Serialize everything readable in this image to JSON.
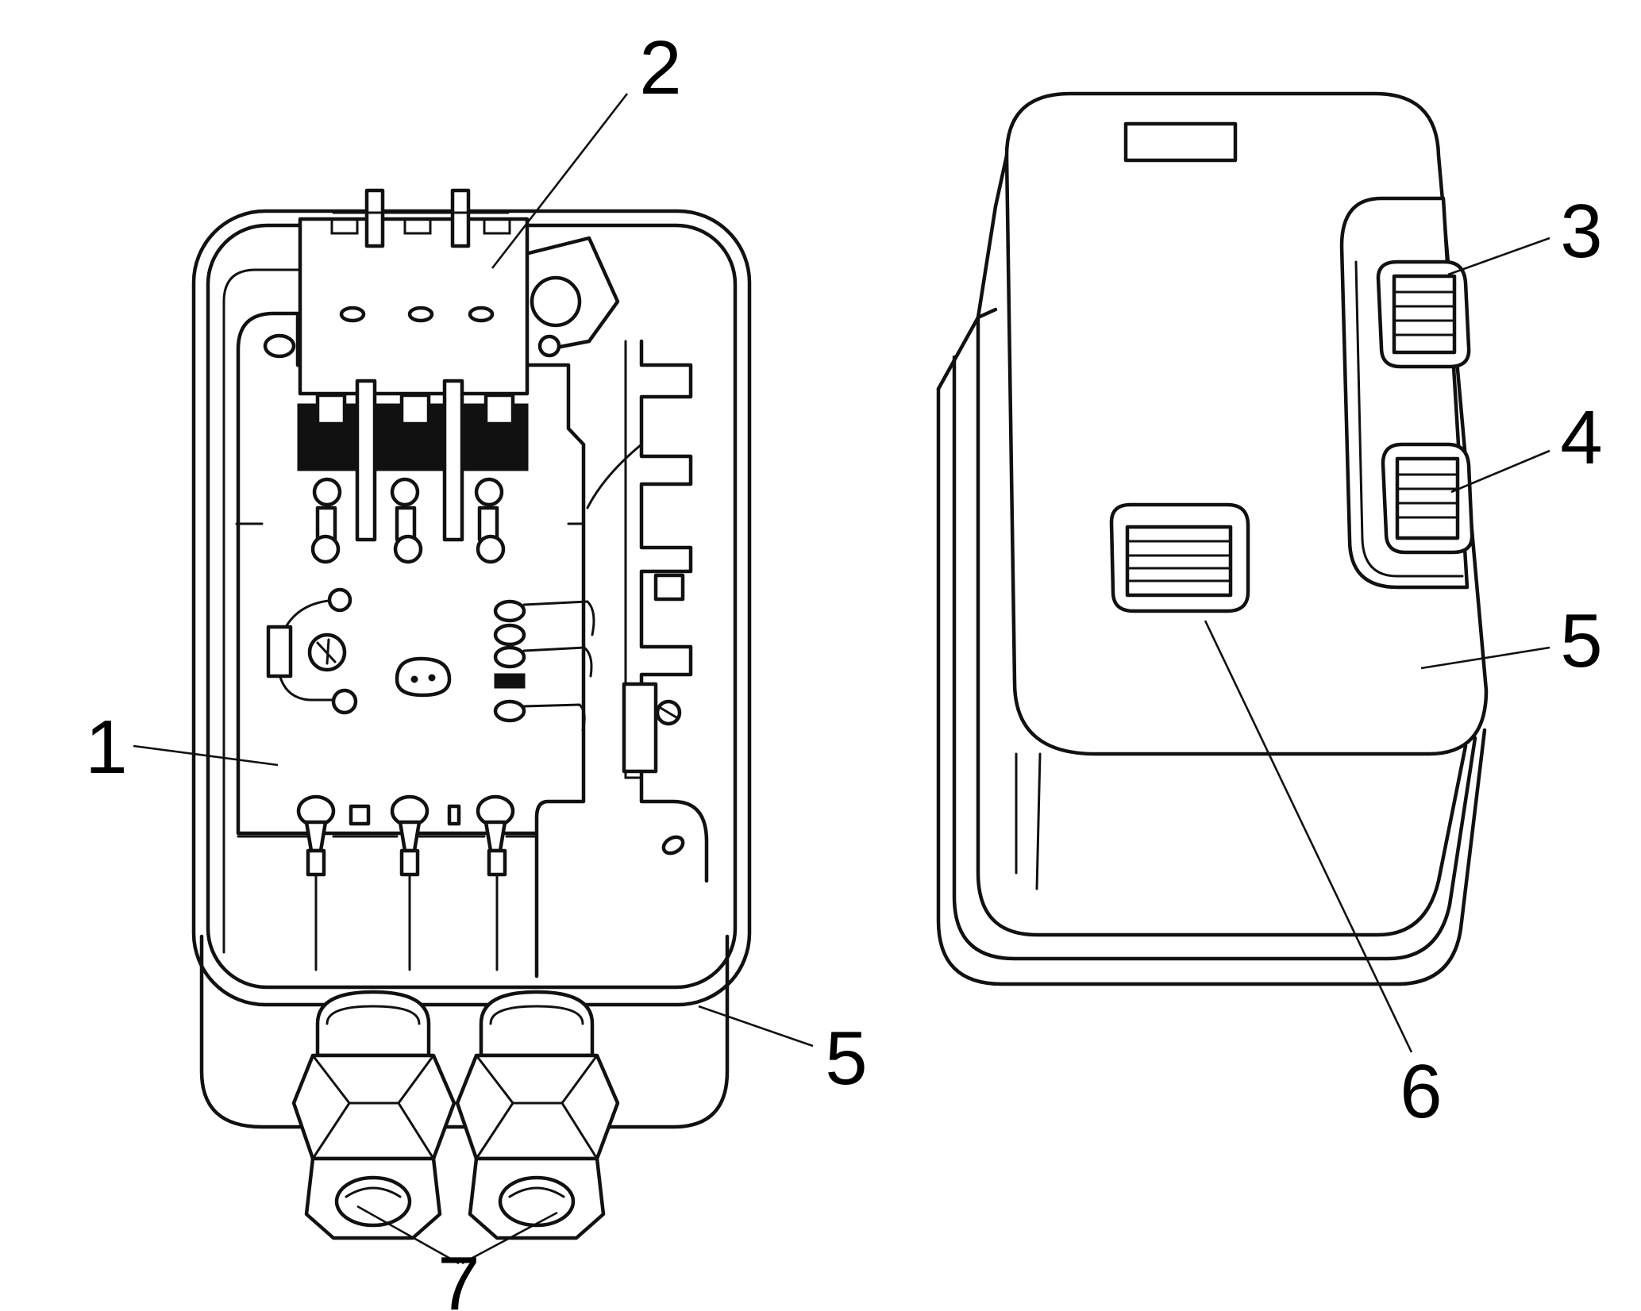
{
  "callouts": {
    "c1": "1",
    "c2": "2",
    "c3": "3",
    "c4": "4",
    "c5_front": "5",
    "c5_base": "5",
    "c6": "6",
    "c7": "7"
  }
}
